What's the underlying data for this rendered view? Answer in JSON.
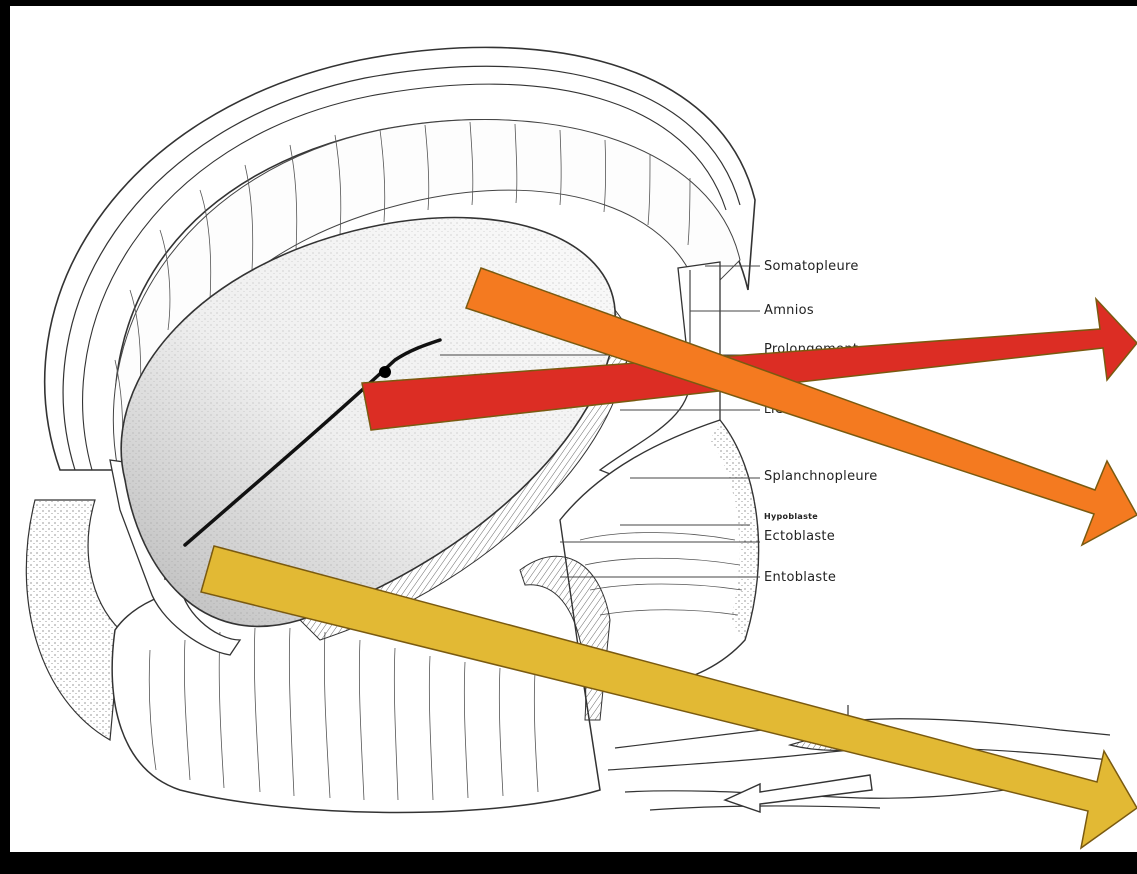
{
  "figure": {
    "labels": {
      "somatopleure": "Somatopleure",
      "amnios": "Amnios",
      "prolongement": "Prolongement",
      "ligne_primitive": "LIGNE PRIMIT",
      "splanchnopleure": "Splanchnopleure",
      "hypoblaste": "Hypoblaste",
      "ectoblaste": "Ectoblaste",
      "entoblaste": "Entoblaste"
    },
    "arrows": [
      {
        "name": "red-arrow",
        "color": "#dc2d24"
      },
      {
        "name": "orange-arrow",
        "color": "#f47a20"
      },
      {
        "name": "yellow-arrow",
        "color": "#e2b934"
      }
    ],
    "colors": {
      "background": "#000000",
      "panel": "#ffffff",
      "line": "#333333"
    }
  }
}
